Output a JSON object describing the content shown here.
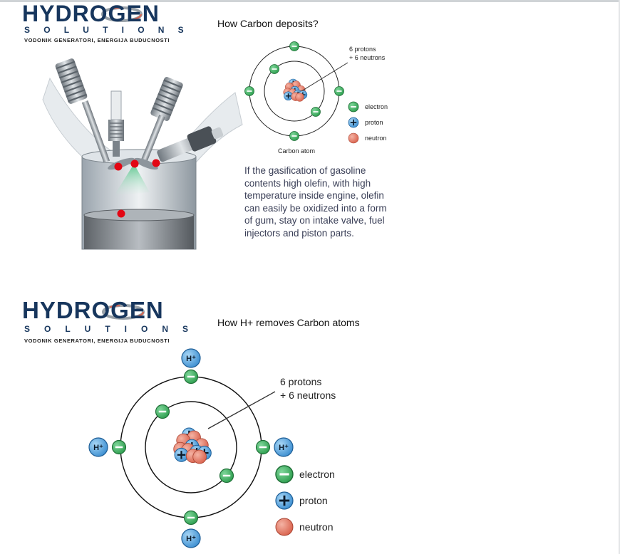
{
  "logo1": {
    "word": "HYDROGEN",
    "sub": "SOLUTIONS",
    "tagline": "VODONIK GENERATORI, ENERGIJA BUDUCNOSTI"
  },
  "logo2": {
    "word": "HYDROGEN",
    "sub": "SOLUTIONS",
    "tagline": "VODONIK GENERATORI, ENERGIJA BUDUCNOSTI"
  },
  "section1": {
    "title": "How Carbon deposits?",
    "nucleus_label_line1": "6 protons",
    "nucleus_label_line2": "+ 6 neutrons",
    "atom_caption": "Carbon atom",
    "legend": {
      "electron": "electron",
      "proton": "proton",
      "neutron": "neutron"
    },
    "paragraph": "If the gasification of gasoline contents high olefin, with high temperature inside engine, olefin can easily be oxidized into a form of gum, stay on intake valve, fuel injectors and piston parts."
  },
  "section2": {
    "title": "How H+ removes Carbon atoms",
    "nucleus_label_line1": "6 protons",
    "nucleus_label_line2": "+ 6 neutrons",
    "hplus_label": "H⁺",
    "legend": {
      "electron": "electron",
      "proton": "proton",
      "neutron": "neutron"
    }
  },
  "colors": {
    "brand_navy": "#17365d",
    "electron_green": "#2e9e4f",
    "proton_blue": "#3d8fd1",
    "neutron_red": "#d9624d",
    "deposit_red": "#e30613"
  }
}
